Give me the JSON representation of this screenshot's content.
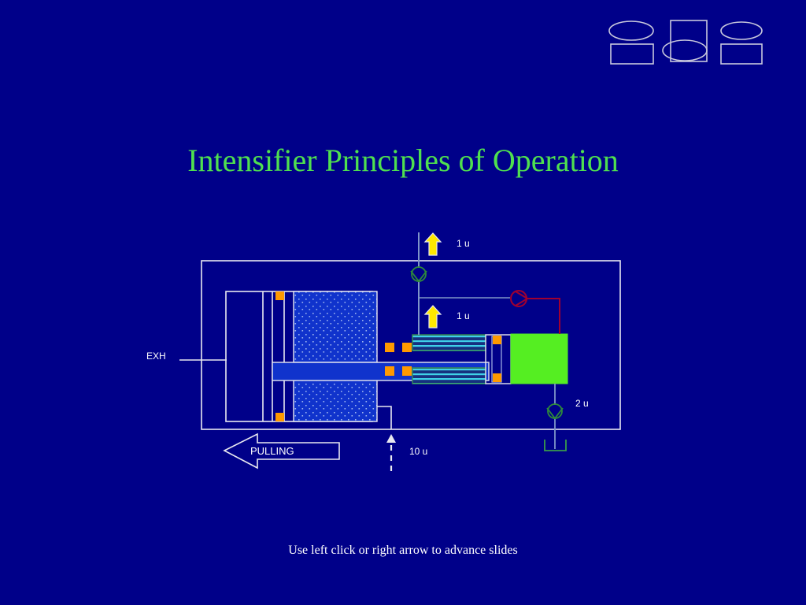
{
  "slide": {
    "title": "Intensifier Principles of Operation",
    "footer_hint": "Use left click or right arrow to advance slides",
    "background_color": "#000089",
    "title_color": "#4FE04F",
    "text_color": "#FFFFFF"
  },
  "logo": {
    "name": "corporate-logo",
    "shapes": [
      "ellipse",
      "rectangle",
      "rectangle",
      "ellipse",
      "ellipse",
      "rectangle"
    ],
    "stroke_color": "#C8C8DC"
  },
  "diagram": {
    "name": "hydraulic-intensifier-schematic",
    "frame_color": "#E8E8F0",
    "colors": {
      "outline": "#E8E8F0",
      "piston_fill": "#1033CC",
      "piston_dots": "#8FA8E8",
      "seal_orange": "#FF9900",
      "stripe_cyan": "#35C8E0",
      "stripe_dark": "#1A3A8F",
      "block_green": "#55EE22",
      "valve_green": "#2E8B3A",
      "valve_red": "#A00030",
      "arrow_yellow": "#FFE800",
      "line_white": "#E8E8F0"
    },
    "labels": {
      "exhaust": "EXH",
      "pulling": "PULLING",
      "flow_top": "1 u",
      "flow_mid": "1 u",
      "flow_out": "2 u",
      "flow_in": "10 u"
    }
  }
}
